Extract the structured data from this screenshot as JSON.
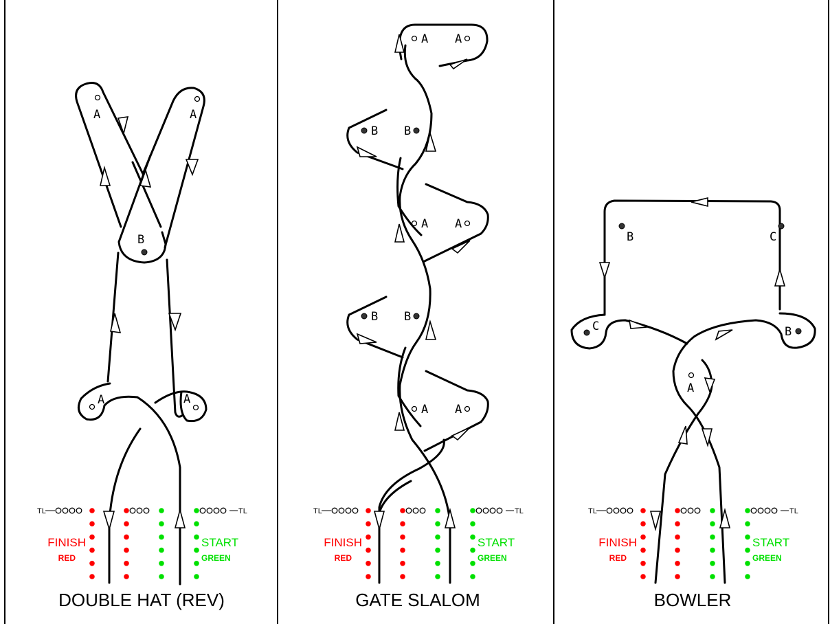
{
  "panels": [
    {
      "title": "DOUBLE HAT (REV)"
    },
    {
      "title": "GATE SLALOM"
    },
    {
      "title": "BOWLER"
    }
  ],
  "gate": {
    "finish": "FINISH",
    "red": "RED",
    "start": "START",
    "green": "GREEN",
    "tl": "TL",
    "finish_color": "#ff0000",
    "start_color": "#00e000"
  },
  "cone_labels": {
    "A": "A",
    "B": "B",
    "C": "C"
  }
}
